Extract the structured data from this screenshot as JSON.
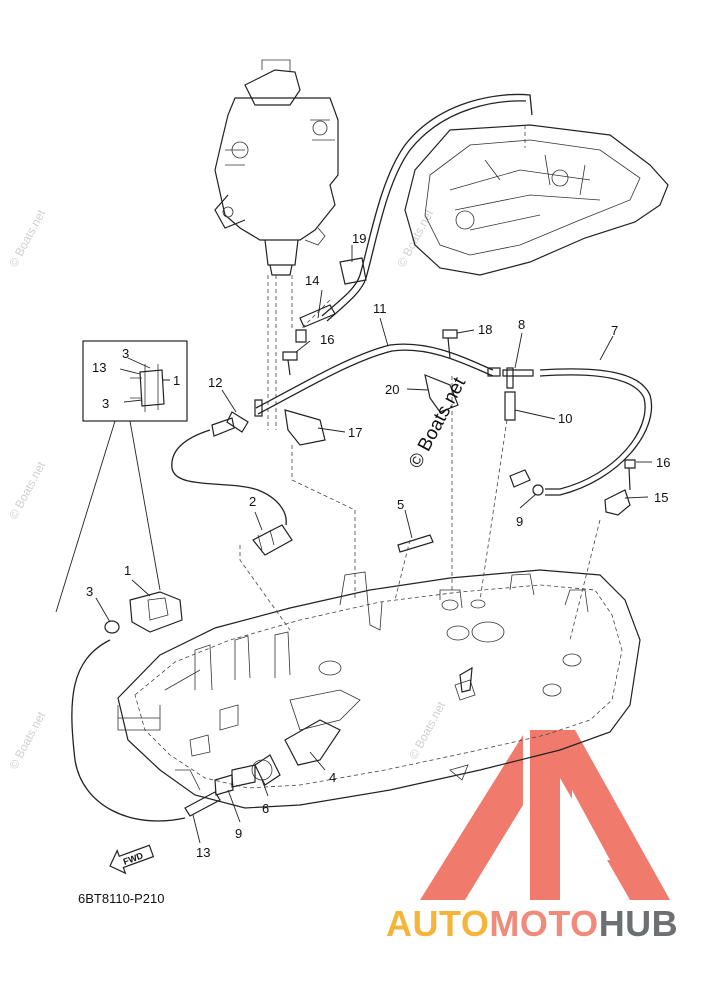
{
  "diagram_code": "6BT8110-P210",
  "fwd_label": "FWD",
  "brand": {
    "part1": "AUTO",
    "part2": "MOTO",
    "part3": "HUB"
  },
  "center_watermark": "© Boats.net",
  "side_watermark": "© Boats.net",
  "callouts": {
    "c1": "1",
    "c1_detail": "1",
    "c2": "2",
    "c3": "3",
    "c3_detail_top": "3",
    "c3_detail_bottom": "3",
    "c4": "4",
    "c5": "5",
    "c6": "6",
    "c7": "7",
    "c8": "8",
    "c9a": "9",
    "c9b": "9",
    "c10": "10",
    "c11": "11",
    "c12": "12",
    "c13": "13",
    "c13_detail": "13",
    "c14": "14",
    "c15": "15",
    "c16a": "16",
    "c16b": "16",
    "c17": "17",
    "c18": "18",
    "c19": "19",
    "c20": "20"
  },
  "colors": {
    "logo_red": "#f07a6c",
    "logo_text_gray": "#6d7073",
    "logo_text_yellow": "#f5b53a",
    "logo_text_pink": "#f08a7a",
    "line": "#222222"
  }
}
